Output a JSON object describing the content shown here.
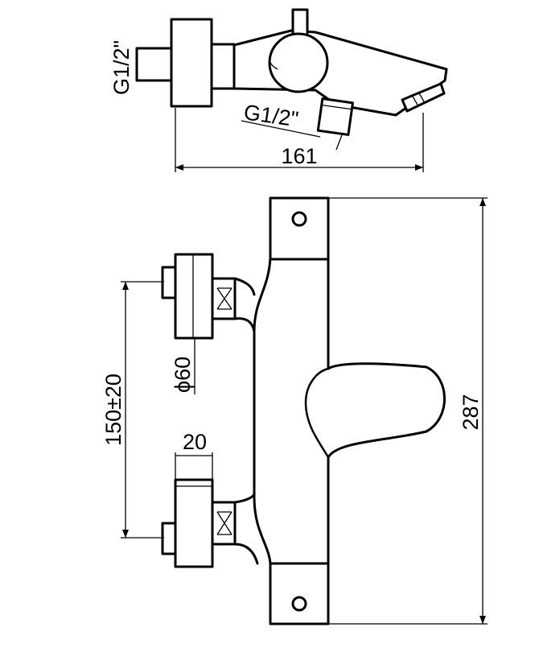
{
  "drawing": {
    "top_view": {
      "inlet_thread_label": "G1/2\"",
      "outlet_thread_label": "G1/2\"",
      "depth_label": "161"
    },
    "front_view": {
      "diameter_label": "ϕ60",
      "centers_label": "150±20",
      "nut_width_label": "20",
      "height_label": "287"
    }
  }
}
